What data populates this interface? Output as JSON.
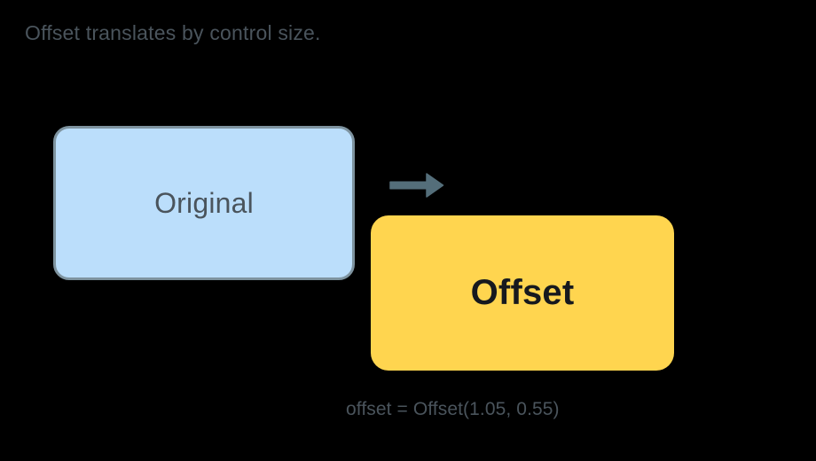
{
  "figure": {
    "background_color": "#000000",
    "title": "Offset translates by control size.",
    "title_color": "#4a545c"
  },
  "boxes": [
    {
      "id": "original",
      "label": "Original",
      "fill_color": "#BBDEFB",
      "border_color": "#7E939F",
      "text_color": "#4A545C"
    },
    {
      "id": "offset",
      "label": "Offset",
      "fill_color": "#FFD54F",
      "border_color": "none",
      "text_color": "#16191E"
    }
  ],
  "arrow": {
    "name": "translation-arrow",
    "direction": "right",
    "color": "#546E7A"
  },
  "caption": {
    "text": "offset = Offset(1.05, 0.55)",
    "color": "#4a545c",
    "offset_dx": "1.05",
    "offset_dy": "0.55"
  }
}
